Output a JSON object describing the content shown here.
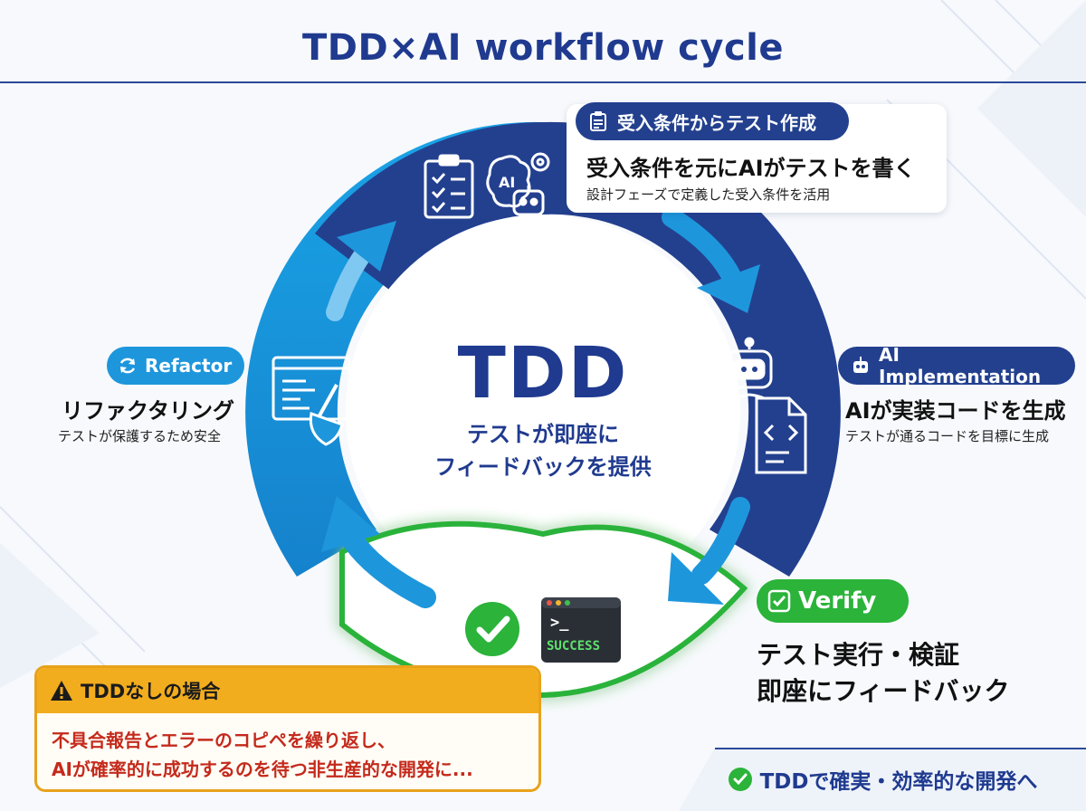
{
  "title": "TDD×AI workflow cycle",
  "center": {
    "title": "TDD",
    "subtitle_line1": "テストが即座に",
    "subtitle_line2": "フィードバックを提供"
  },
  "steps": {
    "test_creation": {
      "tag": "受入条件からテスト作成",
      "heading": "受入条件を元にAIがテストを書く",
      "note": "設計フェーズで定義した受入条件を活用",
      "icons": [
        "clipboard-icon",
        "brain-gear-icon",
        "robot-icon"
      ]
    },
    "implementation": {
      "tag": "AI Implementation",
      "heading": "AIが実装コードを生成",
      "note": "テストが通るコードを目標に生成",
      "icons": [
        "robot-icon",
        "code-file-icon"
      ]
    },
    "verify": {
      "tag": "Verify",
      "heading_line1": "テスト実行・検証",
      "heading_line2": "即座にフィードバック",
      "terminal_prompt": ">_",
      "terminal_text": "SUCCESS",
      "icons": [
        "check-circle-icon",
        "terminal-icon"
      ]
    },
    "refactor": {
      "tag": "Refactor",
      "heading": "リファクタリング",
      "note": "テストが保護するため安全",
      "icons": [
        "refresh-icon",
        "code-broom-icon"
      ]
    }
  },
  "warning": {
    "title": "TDDなしの場合",
    "line1": "不具合報告とエラーのコピペを繰り返し、",
    "line2": "AIが確率的に成功するのを待つ非生産的な開発に..."
  },
  "conclusion": "TDDで確実・効率的な開発へ",
  "colors": {
    "navy": "#23408f",
    "sky": "#1e96dc",
    "green": "#2bb33a",
    "orange": "#f2ad1e",
    "red_text": "#c42a1c"
  }
}
